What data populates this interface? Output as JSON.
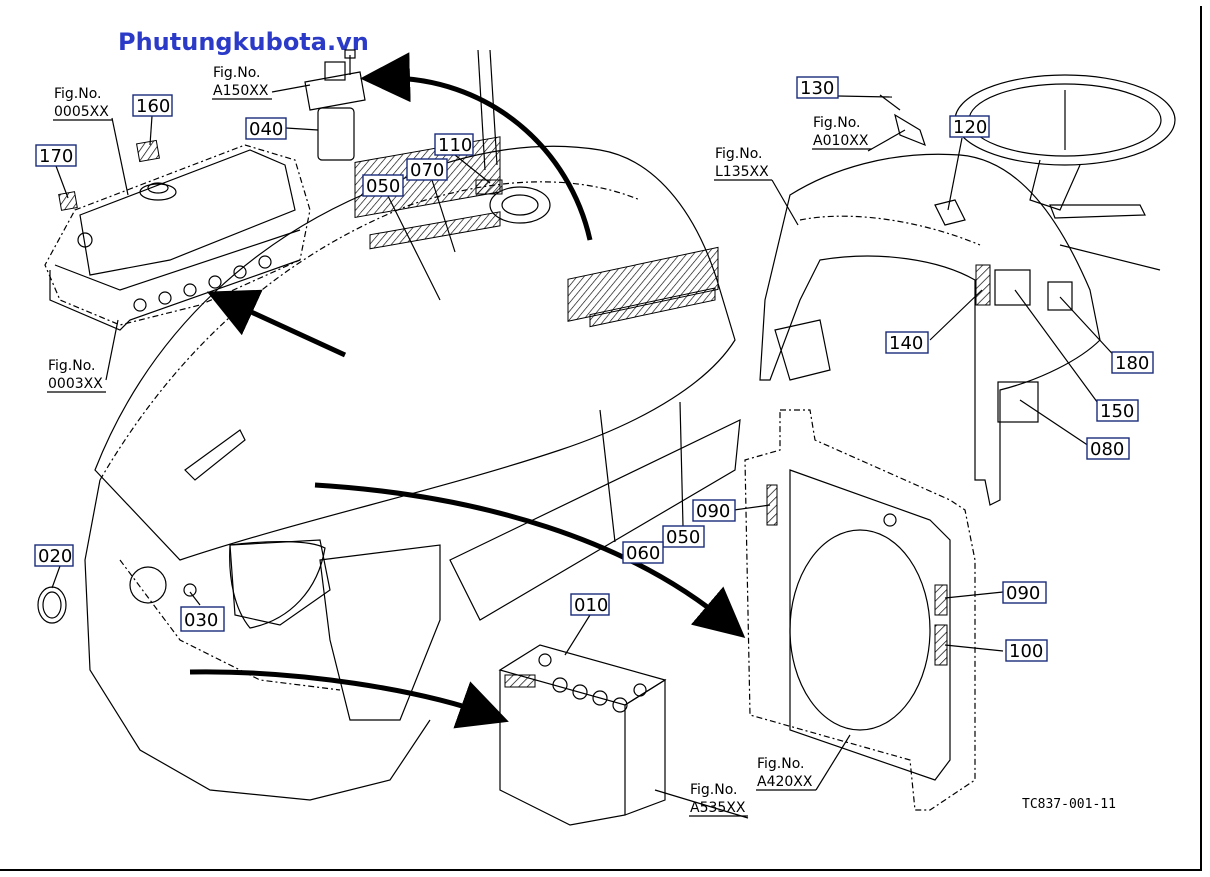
{
  "watermark": "Phutungkubota.vn",
  "drawing_code": "TC837-001-11",
  "part_labels": [
    "010",
    "020",
    "030",
    "040",
    "050",
    "050",
    "060",
    "070",
    "080",
    "090",
    "090",
    "100",
    "110",
    "120",
    "130",
    "140",
    "150",
    "160",
    "170",
    "180"
  ],
  "fig_refs": [
    {
      "title": "Fig.No.",
      "number": "0005XX"
    },
    {
      "title": "Fig.No.",
      "number": "A150XX"
    },
    {
      "title": "Fig.No.",
      "number": "0003XX"
    },
    {
      "title": "Fig.No.",
      "number": "L135XX"
    },
    {
      "title": "Fig.No.",
      "number": "A010XX"
    },
    {
      "title": "Fig.No.",
      "number": "A420XX"
    },
    {
      "title": "Fig.No.",
      "number": "A535XX"
    }
  ],
  "colors": {
    "watermark": "#2b3bc8",
    "label_box": "#1a2a7a",
    "line": "#000000"
  }
}
